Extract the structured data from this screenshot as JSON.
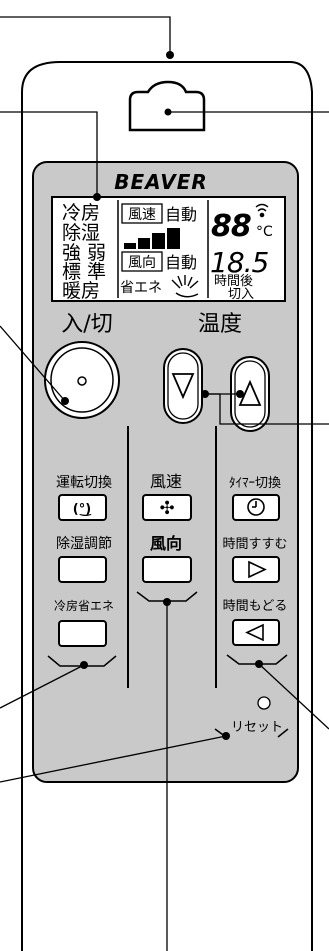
{
  "brand": "BEAVER",
  "lcd": {
    "modes": [
      "冷房",
      "除湿",
      "強 弱",
      "標 準",
      "暖房"
    ],
    "fan_speed_box": "風速",
    "fan_speed_value": "自動",
    "fan_dir_box": "風向",
    "fan_dir_value": "自動",
    "eco": "省エネ",
    "temp_digits": "88",
    "temp_unit": "°C",
    "timer_digits": "18.5",
    "timer_line1": "時間後",
    "timer_line2": "切入"
  },
  "buttons": {
    "power_label": "入/切",
    "temp_label": "温度",
    "op_switch": "運転切換",
    "dehum_adjust": "除湿調節",
    "cool_eco": "冷房省エネ",
    "fan_speed": "風速",
    "fan_direction": "風向",
    "timer_switch": "ﾀｲﾏｰ切換",
    "time_forward": "時間すすむ",
    "time_back": "時間もどる",
    "reset": "リセット"
  },
  "icons": {
    "op_switch_glyph": "(°͜)",
    "fan_glyph": "✣"
  }
}
